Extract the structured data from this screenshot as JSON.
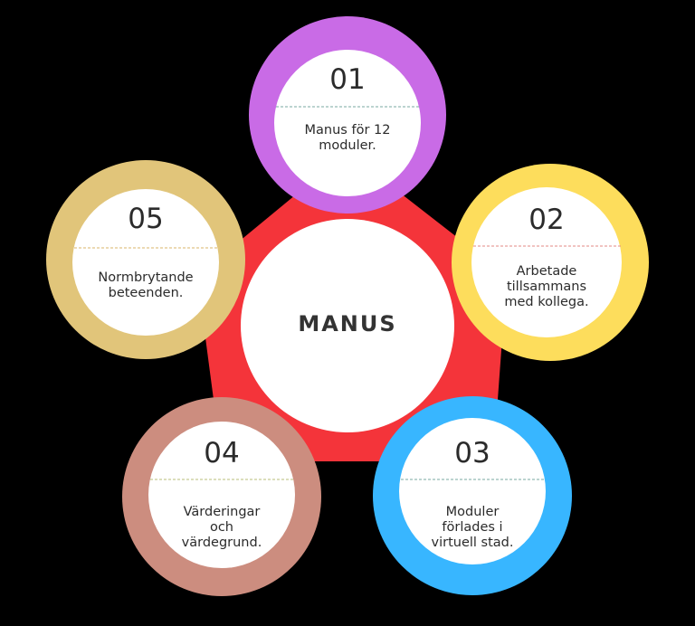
{
  "center": {
    "label": "MANUS"
  },
  "colors": {
    "background": "#000000",
    "pentagon": "#f4343a",
    "node_01": "#c96be6",
    "node_02": "#fddd5c",
    "node_03": "#38b6ff",
    "node_04": "#cc8d7f",
    "node_05": "#e1c57a"
  },
  "nodes": [
    {
      "id": "01",
      "number": "01",
      "text": "Manus för 12\nmoduler."
    },
    {
      "id": "02",
      "number": "02",
      "text": "Arbetade\ntillsammans\nmed kollega."
    },
    {
      "id": "03",
      "number": "03",
      "text": "Moduler\nförlades i\nvirtuell stad."
    },
    {
      "id": "04",
      "number": "04",
      "text": "Värderingar\noch\nvärdegrund."
    },
    {
      "id": "05",
      "number": "05",
      "text": "Normbrytande\nbeteenden."
    }
  ]
}
